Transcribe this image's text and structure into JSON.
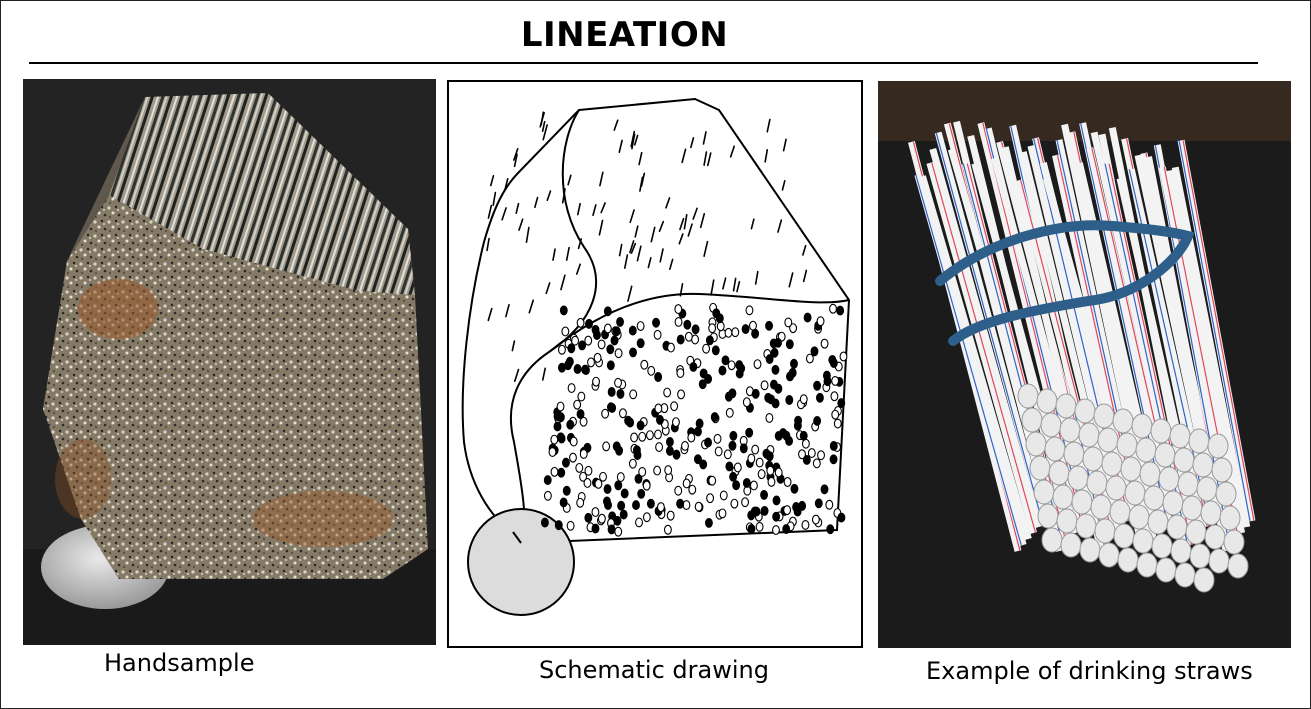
{
  "header": {
    "title": "LINEATION"
  },
  "panels": [
    {
      "id": "handsample",
      "caption": "Handsample"
    },
    {
      "id": "schematic",
      "caption": "Schematic drawing"
    },
    {
      "id": "straws",
      "caption": "Example of drinking straws"
    }
  ],
  "colors": {
    "rock_base": "#8a7f6c",
    "rock_dark": "#1f2322",
    "rock_light": "#d7d1c3",
    "rust": "#9b5a2c",
    "coin": "#c9c9c9",
    "straw_white": "#f3f3f3",
    "straw_red": "#e2445a",
    "straw_blue": "#2f63c9",
    "band": "#2d5f8a"
  }
}
